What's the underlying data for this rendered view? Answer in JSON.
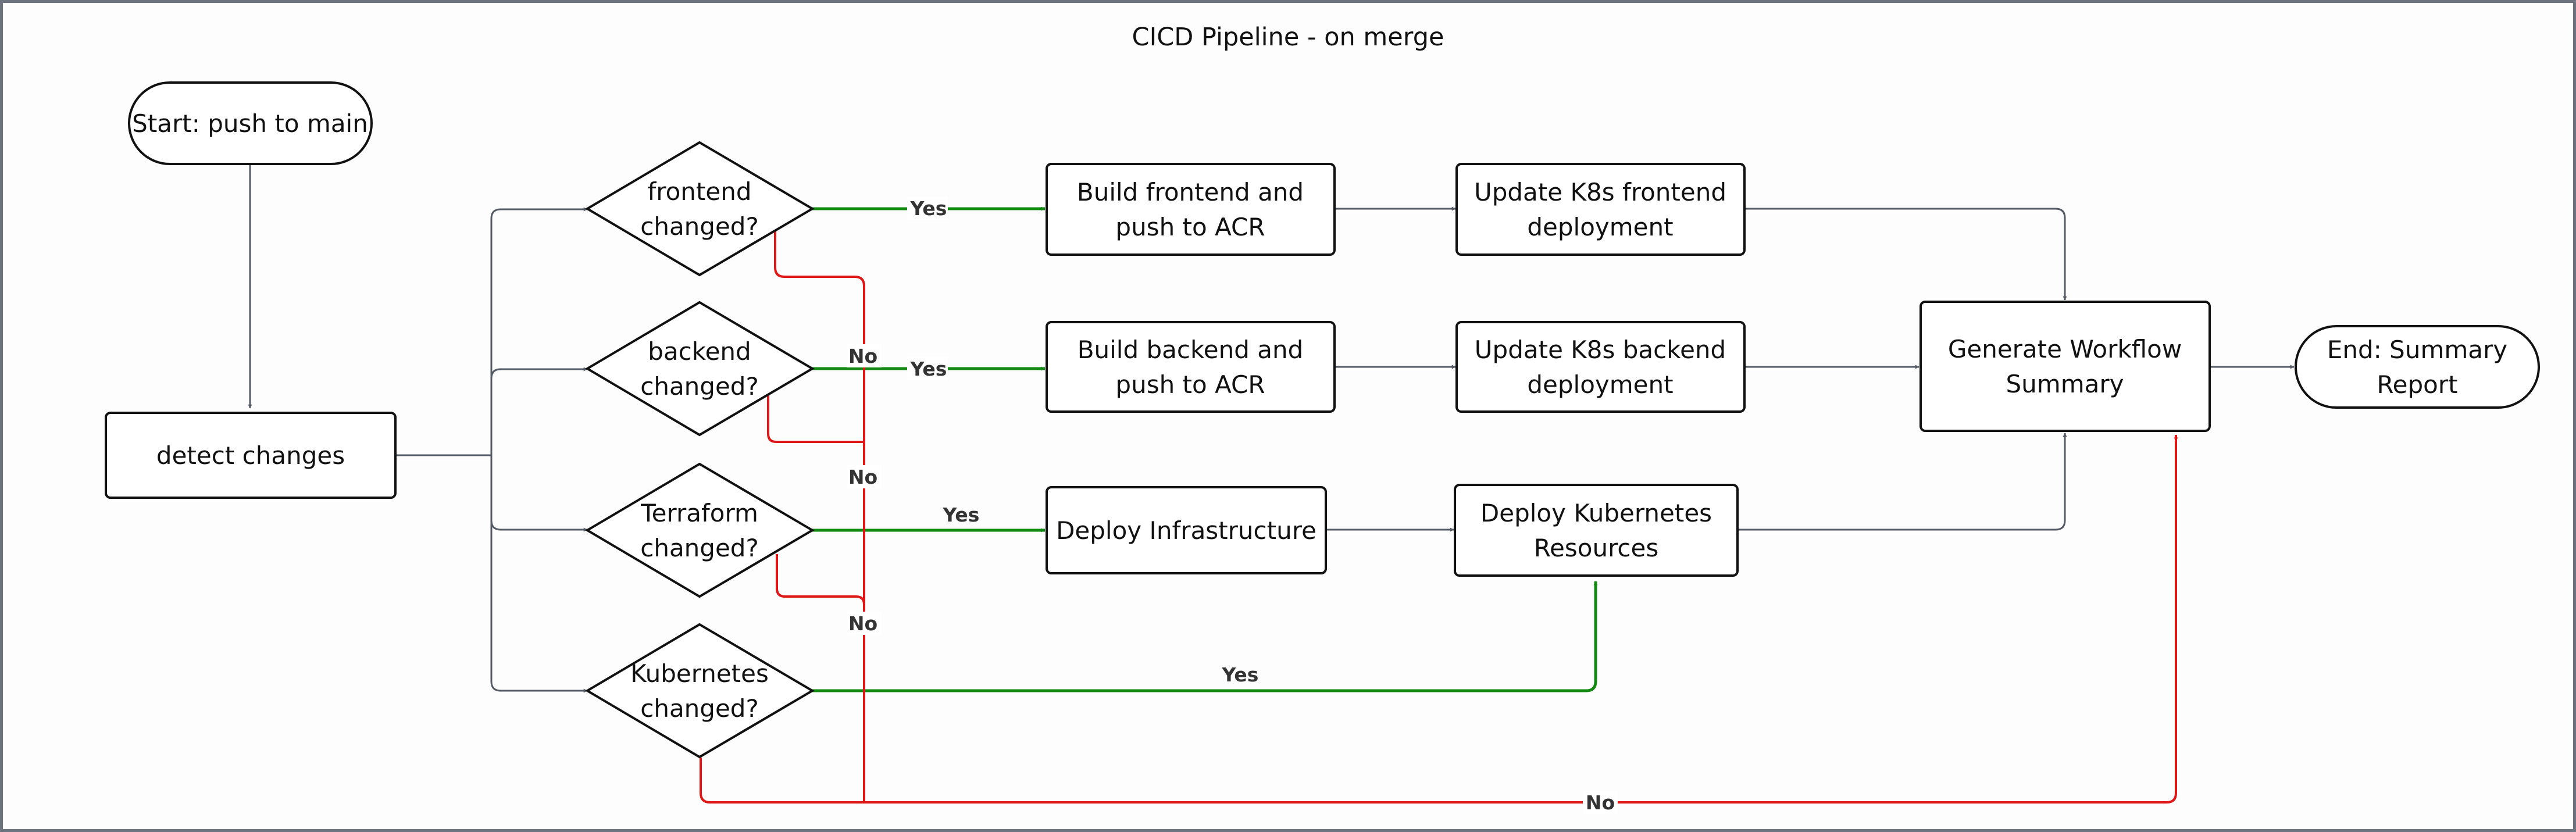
{
  "title": "CICD Pipeline - on merge",
  "colors": {
    "default_edge": "#555b66",
    "yes_edge": "#128a12",
    "no_edge": "#e01717",
    "node_border": "#111111",
    "frame_border": "#6d7480"
  },
  "nodes": {
    "start": [
      "Start: push to main"
    ],
    "detect": [
      "detect changes"
    ],
    "frontend_changed": [
      "frontend",
      "changed?"
    ],
    "backend_changed": [
      "backend",
      "changed?"
    ],
    "terraform_changed": [
      "Terraform",
      "changed?"
    ],
    "kubernetes_changed": [
      "Kubernetes",
      "changed?"
    ],
    "build_frontend": [
      "Build frontend and",
      "push to ACR"
    ],
    "build_backend": [
      "Build backend and",
      "push to ACR"
    ],
    "deploy_infra": [
      "Deploy Infrastructure"
    ],
    "update_frontend": [
      "Update K8s frontend",
      "deployment"
    ],
    "update_backend": [
      "Update K8s backend",
      "deployment"
    ],
    "deploy_k8s": [
      "Deploy Kubernetes",
      "Resources"
    ],
    "summary": [
      "Generate Workflow",
      "Summary"
    ],
    "end": [
      "End: Summary",
      "Report"
    ]
  },
  "edge_labels": {
    "frontend_yes": "Yes",
    "backend_yes": "Yes",
    "terraform_yes": "Yes",
    "kubernetes_yes": "Yes",
    "frontend_no": "No",
    "backend_no": "No",
    "terraform_no": "No",
    "kubernetes_no": "No"
  }
}
